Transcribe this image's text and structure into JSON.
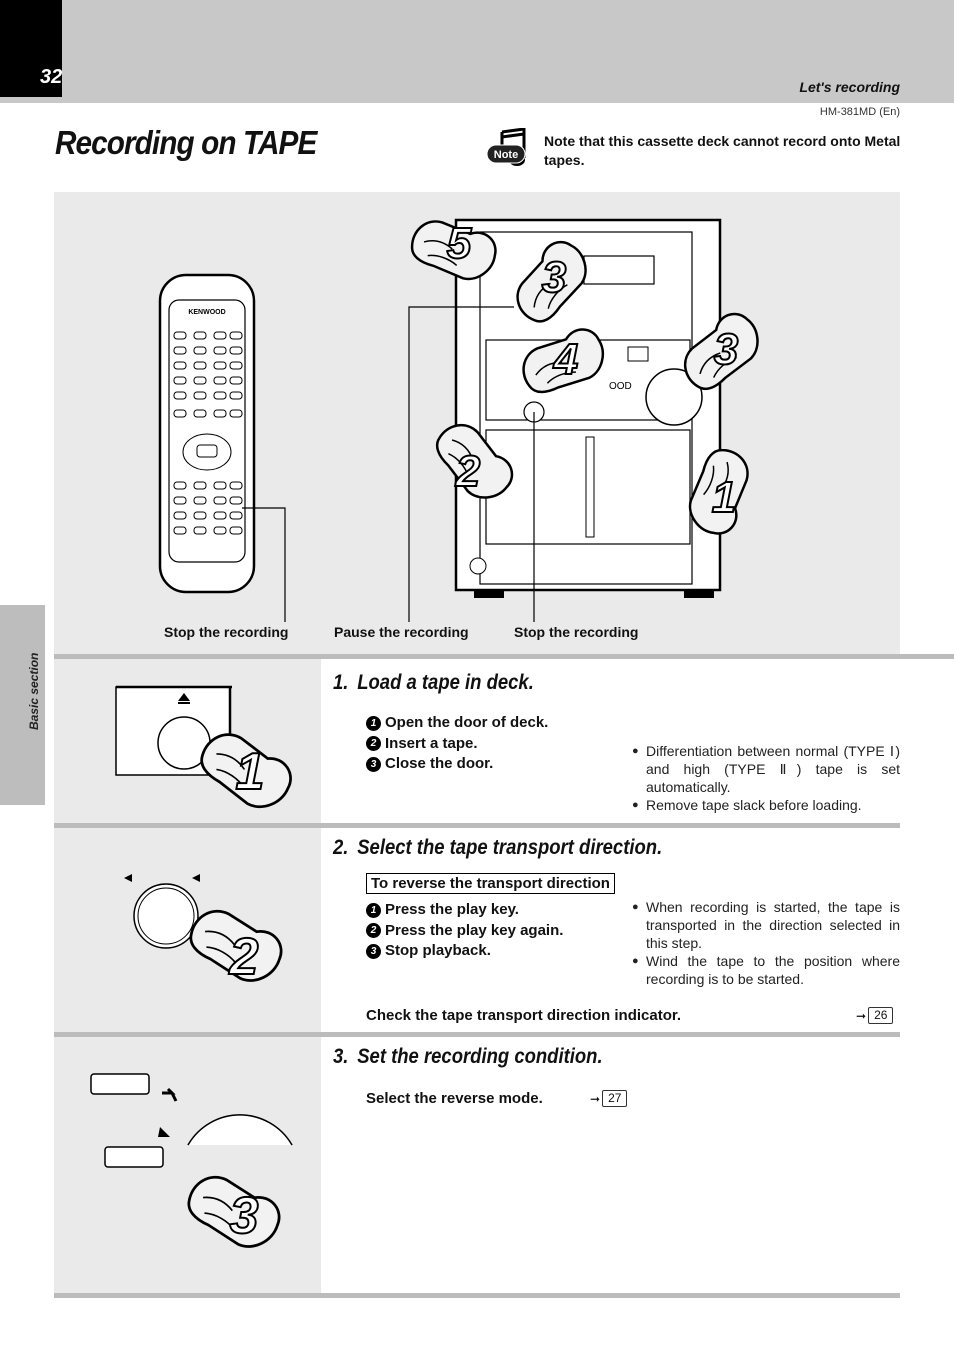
{
  "header": {
    "page_number": "32",
    "running_head": "Let's recording",
    "model_code": "HM-381MD (En)"
  },
  "side_tab": "Basic section",
  "title": "Recording on TAPE",
  "note": {
    "icon_label": "Note",
    "text": "Note that this cassette deck cannot record onto Metal tapes."
  },
  "illustration": {
    "remote_brand": "KENWOOD",
    "callouts": [
      "Stop the recording",
      "Pause the recording",
      "Stop the recording"
    ],
    "hand_numbers": [
      "5",
      "3",
      "4",
      "3",
      "2",
      "1"
    ]
  },
  "steps": [
    {
      "number": "1.",
      "title": "Load a tape in deck.",
      "hand_number": "1",
      "substeps": [
        {
          "n": "1",
          "text": "Open the door of deck."
        },
        {
          "n": "2",
          "text": "Insert a tape."
        },
        {
          "n": "3",
          "text": "Close the door."
        }
      ],
      "bullets": [
        "Differentiation between normal (TYPE Ⅰ) and high (TYPE Ⅱ) tape is set automatically.",
        "Remove tape slack before loading."
      ]
    },
    {
      "number": "2.",
      "title": "Select the tape transport direction.",
      "hand_number": "2",
      "boxed_heading": "To reverse the transport direction",
      "substeps": [
        {
          "n": "1",
          "text": "Press the play key."
        },
        {
          "n": "2",
          "text": "Press the play key again."
        },
        {
          "n": "3",
          "text": "Stop playback."
        }
      ],
      "bullets": [
        "When recording is started, the tape is transported in the direction selected in this step.",
        "Wind the tape to the position where recording is to be started."
      ],
      "check_line": "Check the tape transport direction indicator.",
      "check_ref": "26"
    },
    {
      "number": "3.",
      "title": "Set the recording condition.",
      "hand_number": "3",
      "line": "Select the reverse mode.",
      "ref": "27"
    }
  ]
}
